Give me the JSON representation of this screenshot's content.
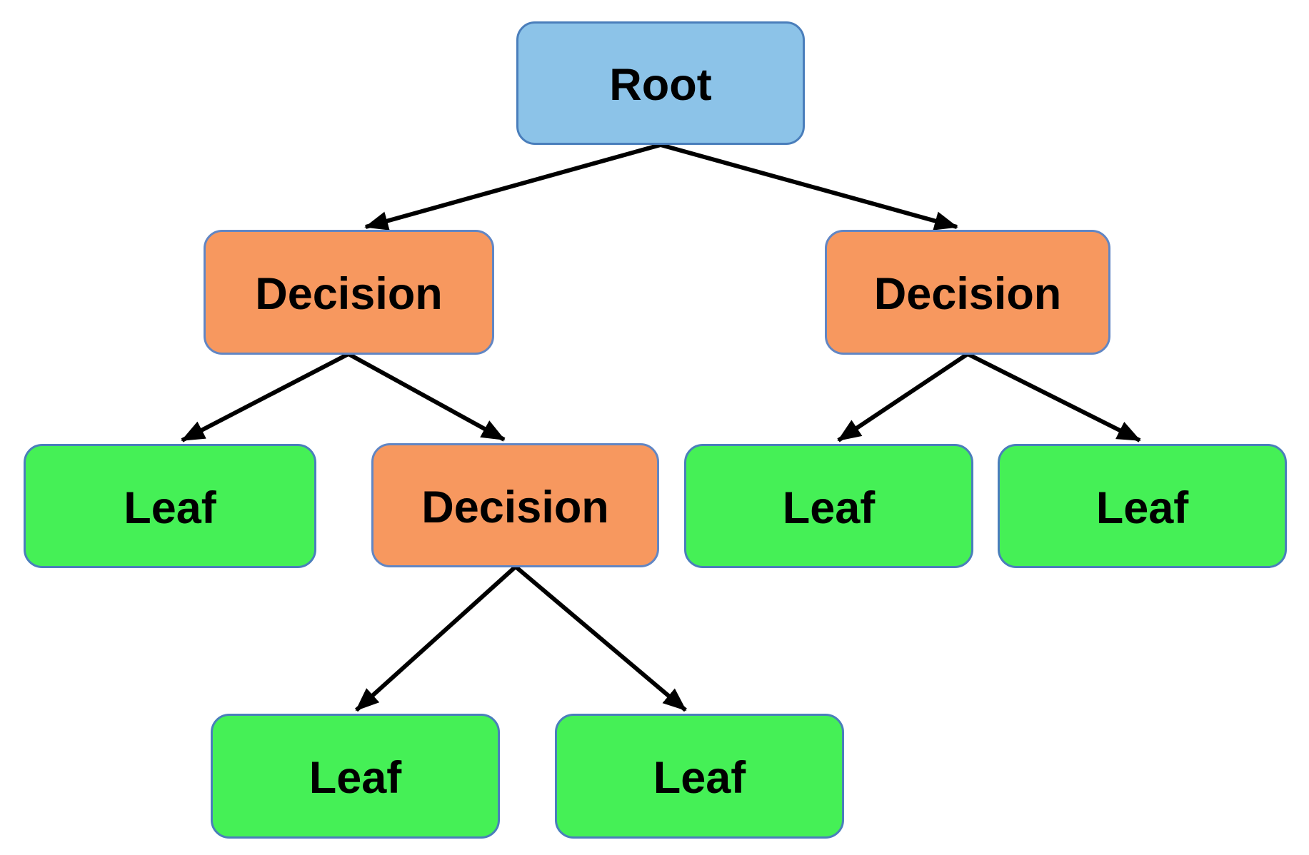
{
  "diagram": {
    "kind": "decision-tree",
    "background_color": "#FFFFFF",
    "edge_color": "#000000",
    "text_color": "#000000",
    "node_fills": {
      "root": "#8CC3E8",
      "decision": "#F7985F",
      "leaf": "#45F056"
    },
    "node_border_color": "#4A7EBB",
    "nodes": [
      {
        "id": "root",
        "label": "Root",
        "role": "root",
        "fill": "#8CC3E8",
        "border": "#4A7EBB"
      },
      {
        "id": "decision-left",
        "label": "Decision",
        "role": "decision",
        "fill": "#F7985F",
        "border": "#6186C4"
      },
      {
        "id": "decision-right",
        "label": "Decision",
        "role": "decision",
        "fill": "#F7985F",
        "border": "#6186C4"
      },
      {
        "id": "leaf-1",
        "label": "Leaf",
        "role": "leaf",
        "fill": "#45F056",
        "border": "#4A7EBB"
      },
      {
        "id": "decision-mid",
        "label": "Decision",
        "role": "decision",
        "fill": "#F7985F",
        "border": "#6186C4"
      },
      {
        "id": "leaf-2",
        "label": "Leaf",
        "role": "leaf",
        "fill": "#45F056",
        "border": "#4A7EBB"
      },
      {
        "id": "leaf-3",
        "label": "Leaf",
        "role": "leaf",
        "fill": "#45F056",
        "border": "#4A7EBB"
      },
      {
        "id": "leaf-4",
        "label": "Leaf",
        "role": "leaf",
        "fill": "#45F056",
        "border": "#4A7EBB"
      },
      {
        "id": "leaf-5",
        "label": "Leaf",
        "role": "leaf",
        "fill": "#45F056",
        "border": "#4A7EBB"
      }
    ],
    "edges": [
      {
        "from": "root",
        "to": "decision-left"
      },
      {
        "from": "root",
        "to": "decision-right"
      },
      {
        "from": "decision-left",
        "to": "leaf-1"
      },
      {
        "from": "decision-left",
        "to": "decision-mid"
      },
      {
        "from": "decision-right",
        "to": "leaf-2"
      },
      {
        "from": "decision-right",
        "to": "leaf-3"
      },
      {
        "from": "decision-mid",
        "to": "leaf-4"
      },
      {
        "from": "decision-mid",
        "to": "leaf-5"
      }
    ]
  }
}
